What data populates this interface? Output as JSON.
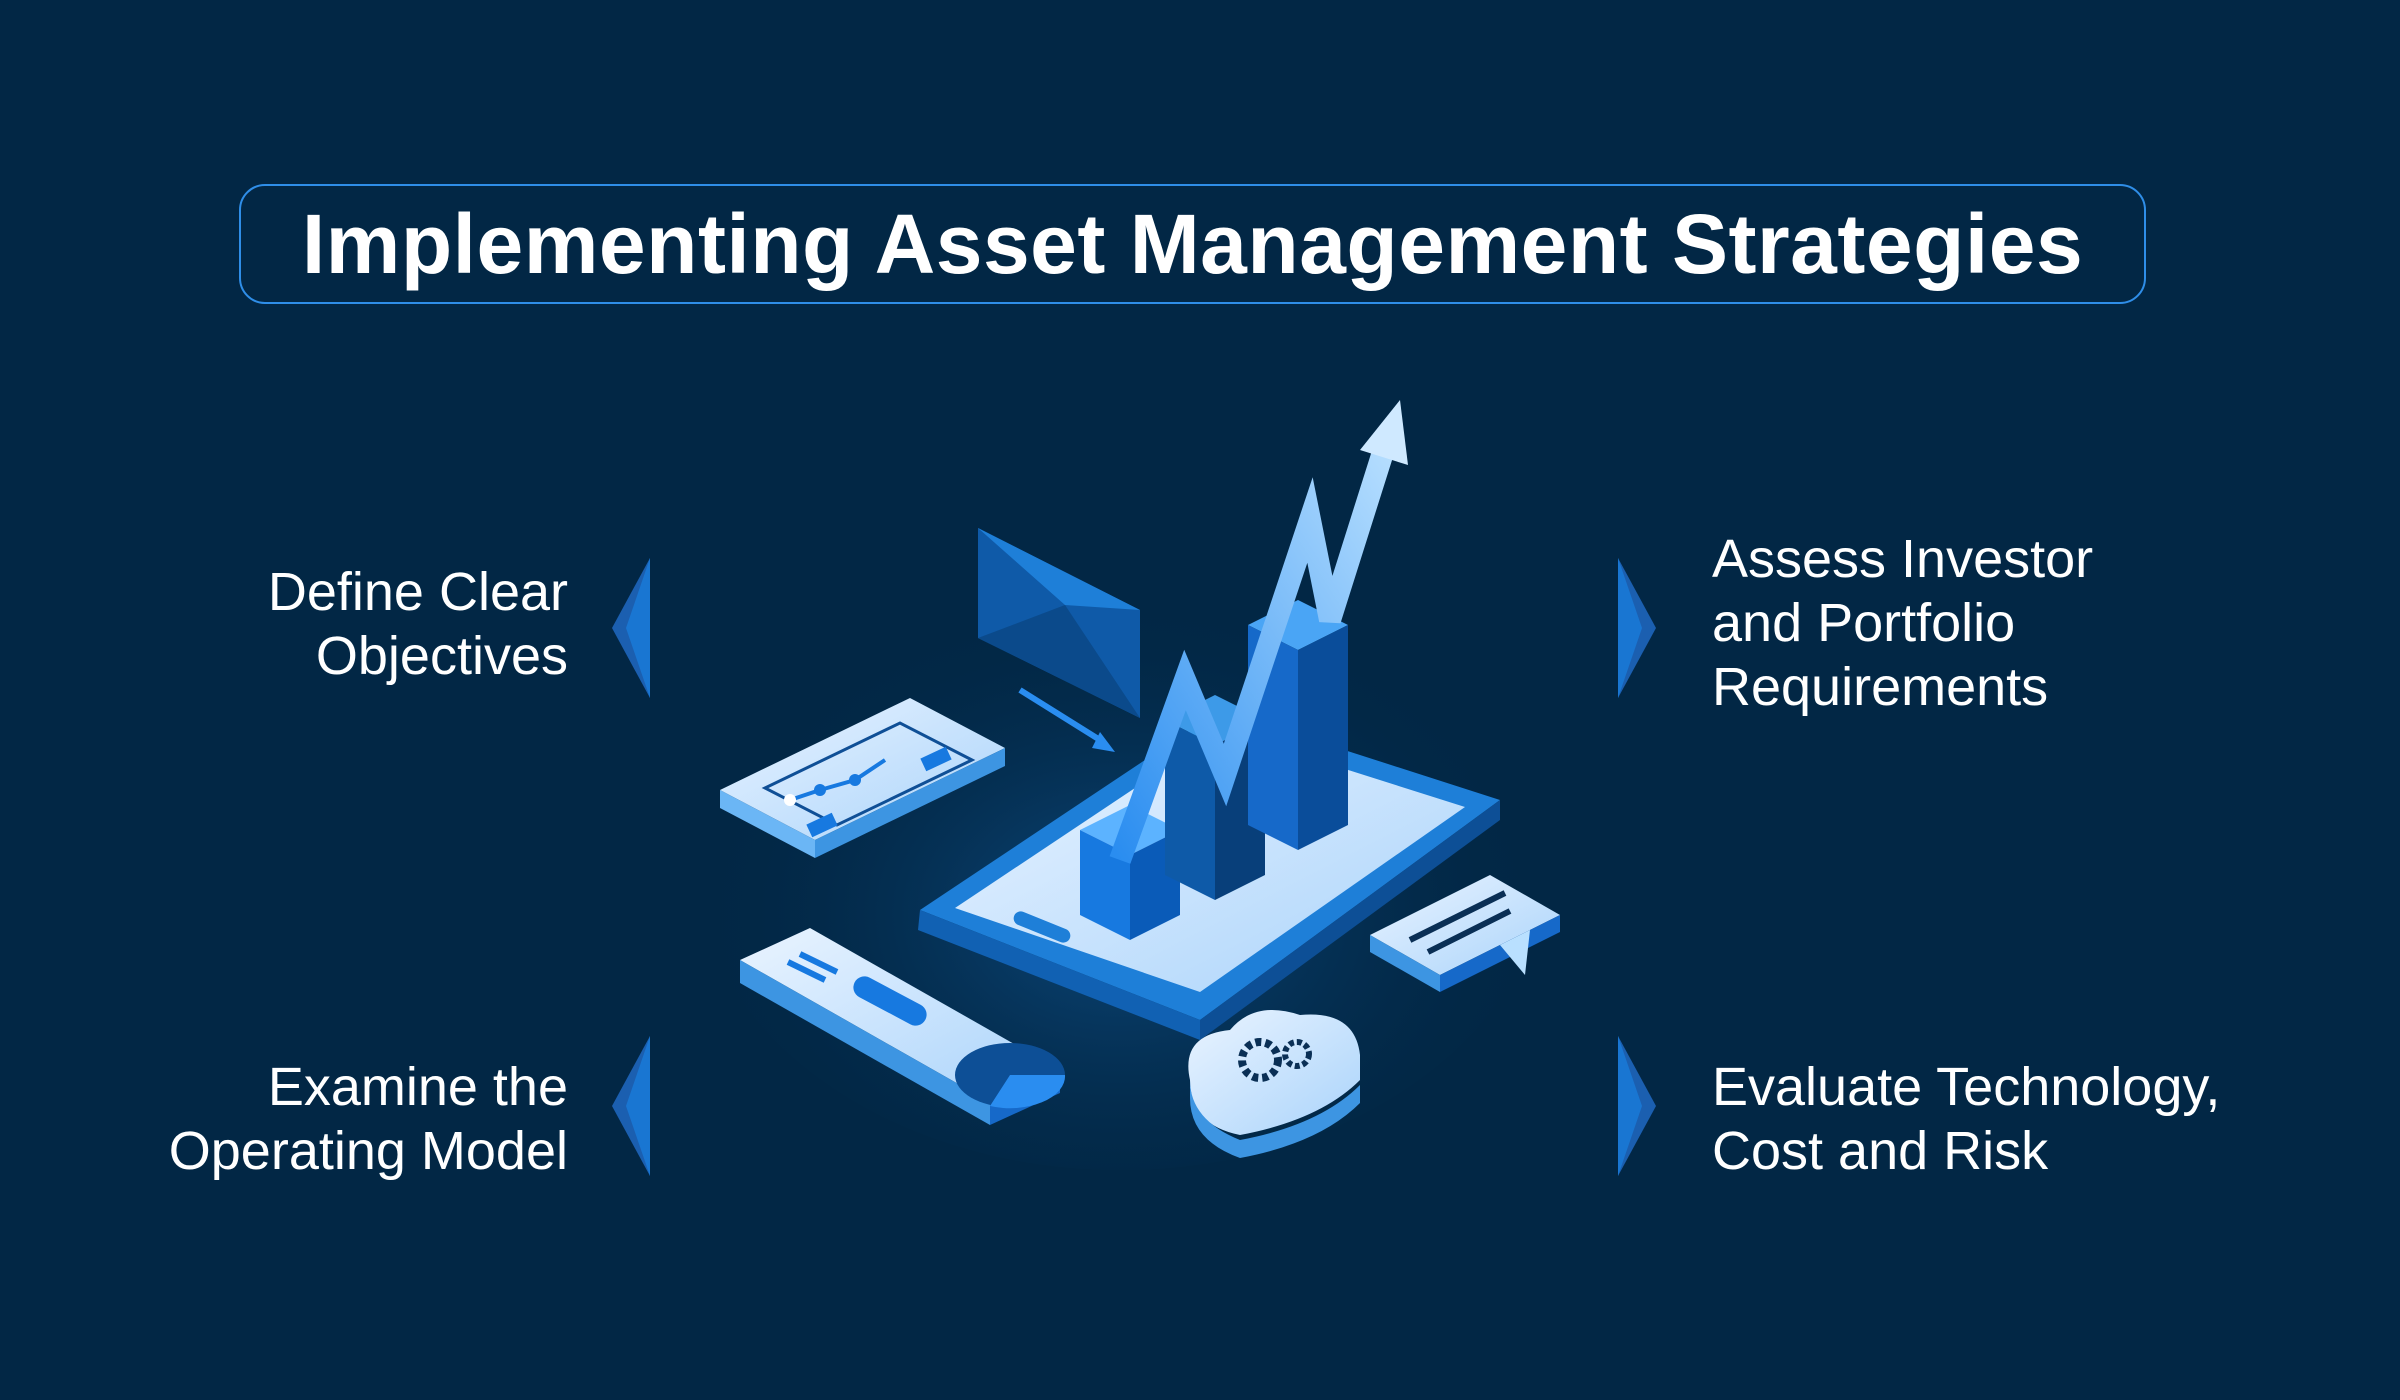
{
  "title": "Implementing Asset Management Strategies",
  "steps": {
    "top_left": "Define Clear\nObjectives",
    "bottom_left": "Examine the\nOperating Model",
    "top_right": "Assess Investor\nand Portfolio\nRequirements",
    "bottom_right": "Evaluate Technology,\nCost and Risk"
  },
  "colors": {
    "background": "#022745",
    "accent": "#2f8ee8",
    "arrow": "#1565c0",
    "text": "#ffffff"
  },
  "illustration": {
    "icons": [
      "growth-chart-icon",
      "envelope-icon",
      "tablet-icon",
      "chart-card-icon",
      "pie-card-icon",
      "cloud-gear-icon",
      "chat-bubble-icon"
    ]
  }
}
